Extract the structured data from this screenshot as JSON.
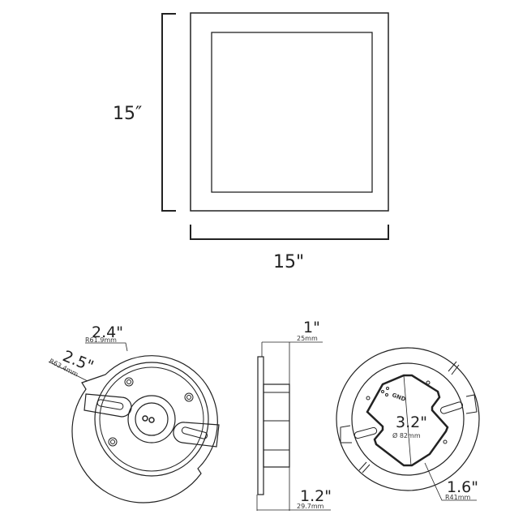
{
  "front_view": {
    "height_label": "15″",
    "width_label": "15\""
  },
  "back_view": {
    "outer_dim": "2.4\"",
    "outer_radius": "R61.9mm",
    "mount_dim": "2.5\"",
    "mount_radius": "R63.4mm"
  },
  "side_view": {
    "depth_dim": "1\"",
    "depth_mm": "25mm",
    "total_depth_dim": "1.2\"",
    "total_depth_mm": "29.7mm"
  },
  "bracket_view": {
    "cutout_dim": "3.2\"",
    "cutout_diameter": "Ø 82mm",
    "cutout_radius_dim": "1.6\"",
    "cutout_radius_mm": "R41mm",
    "ground_label": "GND"
  }
}
